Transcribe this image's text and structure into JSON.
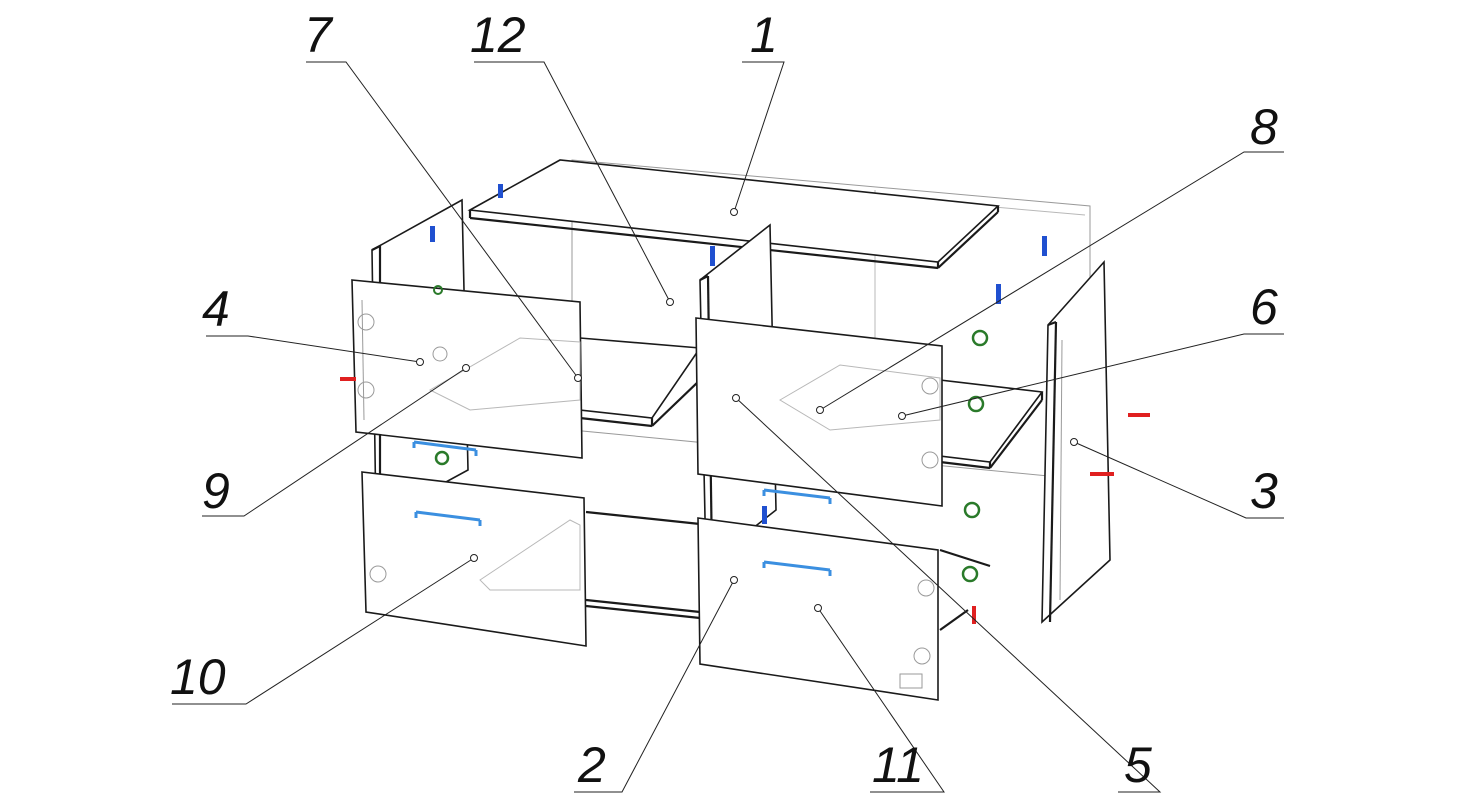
{
  "callouts": [
    {
      "id": "7",
      "text": "7"
    },
    {
      "id": "12",
      "text": "12"
    },
    {
      "id": "1",
      "text": "1"
    },
    {
      "id": "8",
      "text": "8"
    },
    {
      "id": "6",
      "text": "6"
    },
    {
      "id": "4",
      "text": "4"
    },
    {
      "id": "9",
      "text": "9"
    },
    {
      "id": "3",
      "text": "3"
    },
    {
      "id": "10",
      "text": "10"
    },
    {
      "id": "2",
      "text": "2"
    },
    {
      "id": "11",
      "text": "11"
    },
    {
      "id": "5",
      "text": "5"
    }
  ],
  "colors": {
    "handle": "#3b8fe0",
    "hinge": "#2a7a2a",
    "screw": "#e02020",
    "clip": "#2050d0"
  }
}
